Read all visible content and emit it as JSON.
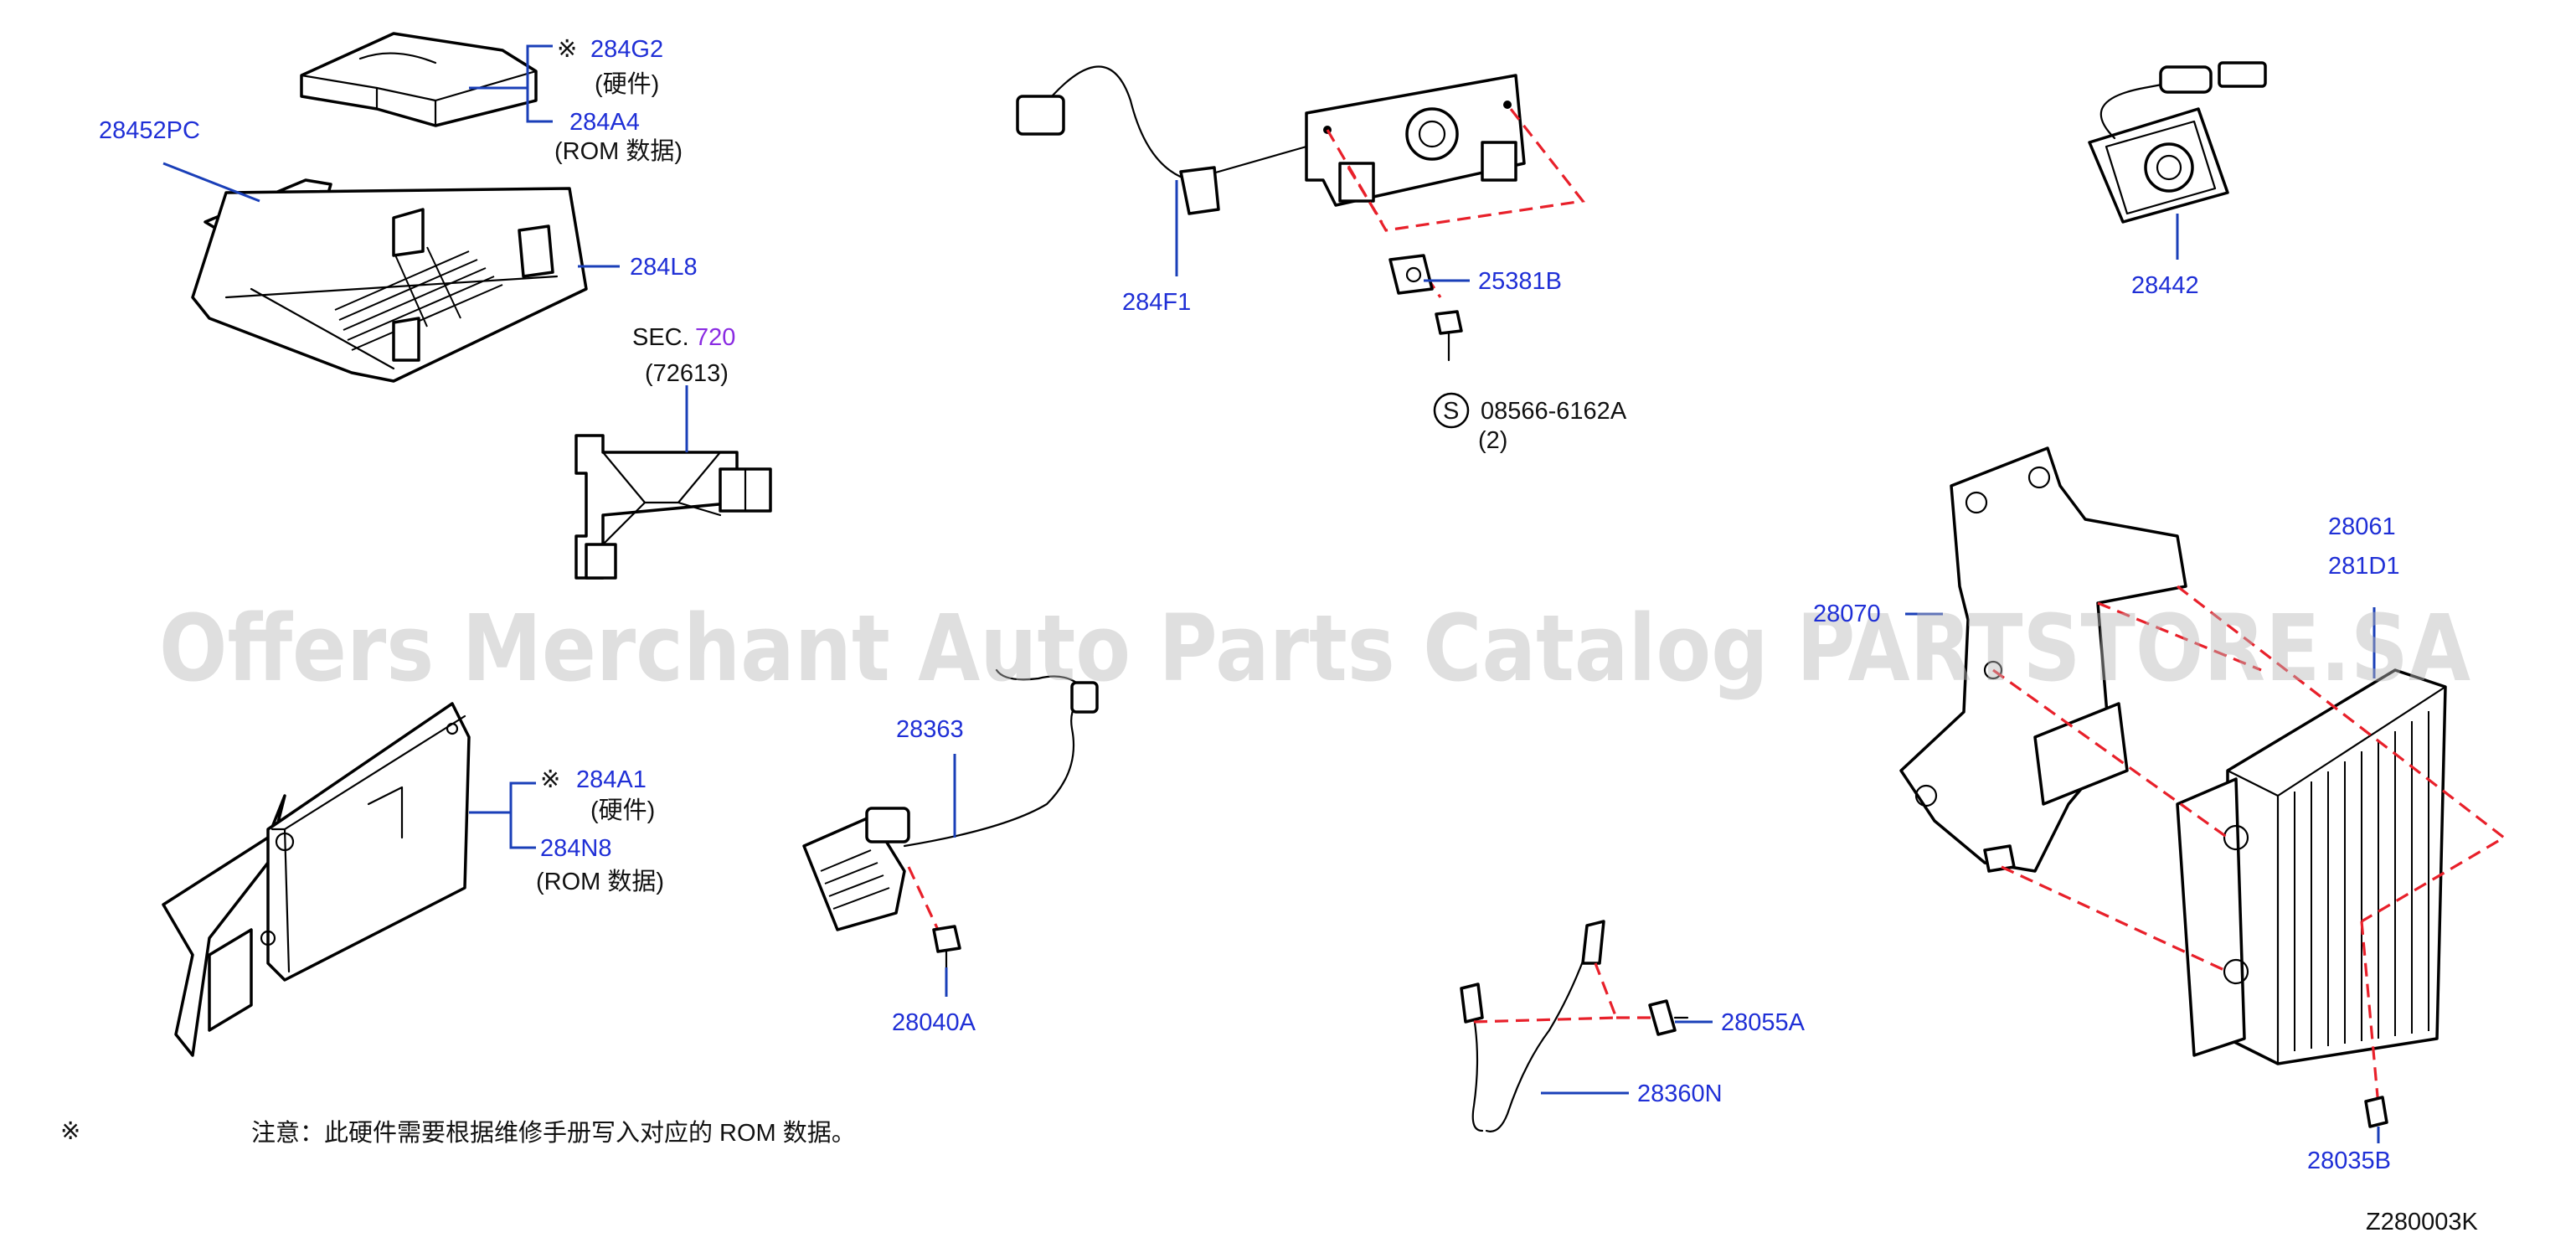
{
  "watermark": "Offers Merchant Auto Parts Catalog PARTSTORE.SA",
  "diagram_code": "Z280003K",
  "note": {
    "symbol": "※",
    "text": "注意：此硬件需要根据维修手册写入对应的 ROM   数据。"
  },
  "callouts": {
    "p284G2": {
      "mark": "※",
      "number": "284G2",
      "sub": "(硬件)"
    },
    "p284A4": {
      "number": "284A4",
      "sub": "(ROM   数据)"
    },
    "p28452PC": {
      "number": "28452PC"
    },
    "p284L8": {
      "number": "284L8"
    },
    "sec720": {
      "prefix": "SEC.",
      "number": "720",
      "sub": "(72613)"
    },
    "p284F1": {
      "number": "284F1"
    },
    "p25381B": {
      "number": "25381B"
    },
    "p08566": {
      "symbol": "S",
      "number": "08566-6162A",
      "qty": "(2)"
    },
    "p28442": {
      "number": "28442"
    },
    "p28061": {
      "number": "28061"
    },
    "p281D1": {
      "number": "281D1"
    },
    "p28070": {
      "number": "28070"
    },
    "p284A1": {
      "mark": "※",
      "number": "284A1",
      "sub": "(硬件)"
    },
    "p284N8": {
      "number": "284N8",
      "sub": "(ROM   数据)"
    },
    "p28363": {
      "number": "28363"
    },
    "p28040A": {
      "number": "28040A"
    },
    "p28055A": {
      "number": "28055A"
    },
    "p28360N": {
      "number": "28360N"
    },
    "p28035B": {
      "number": "28035B"
    }
  }
}
